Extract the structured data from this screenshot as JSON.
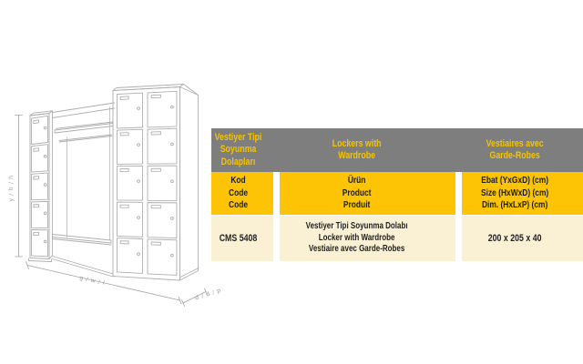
{
  "diagram": {
    "dim_height_label": "y / h / h",
    "dim_width_label": "g / w / l",
    "dim_depth_label": "d / d / p"
  },
  "table": {
    "header": {
      "columns": [
        {
          "lines": [
            "Vestiyer Tipi",
            "Soyunma Dolapları"
          ]
        },
        {
          "lines": [
            "Lockers with",
            "Wardrobe"
          ]
        },
        {
          "lines": [
            "Vestiaires avec",
            "Garde-Robes"
          ]
        }
      ]
    },
    "subheader": {
      "columns": [
        {
          "lines": [
            "Kod",
            "Code",
            "Code"
          ]
        },
        {
          "lines": [
            "Ürün",
            "Product",
            "Produit"
          ]
        },
        {
          "lines": [
            "Ebat (YxGxD) (cm)",
            "Size (HxWxD) (cm)",
            "Dim. (HxLxP) (cm)"
          ]
        }
      ]
    },
    "row": {
      "code": "CMS 5408",
      "product_lines": [
        "Vestiyer Tipi Soyunma Dolabı",
        "Locker with Wardrobe",
        "Vestiaire avec Garde-Robes"
      ],
      "size": "200 x 205 x 40"
    }
  },
  "colors": {
    "header_bg": "#7e7e7e",
    "header_text": "#f5c400",
    "accent_yellow": "#fcc405",
    "row_cream": "#faf1d5",
    "body_text": "#222222",
    "drawing_line": "#aeaeae"
  }
}
